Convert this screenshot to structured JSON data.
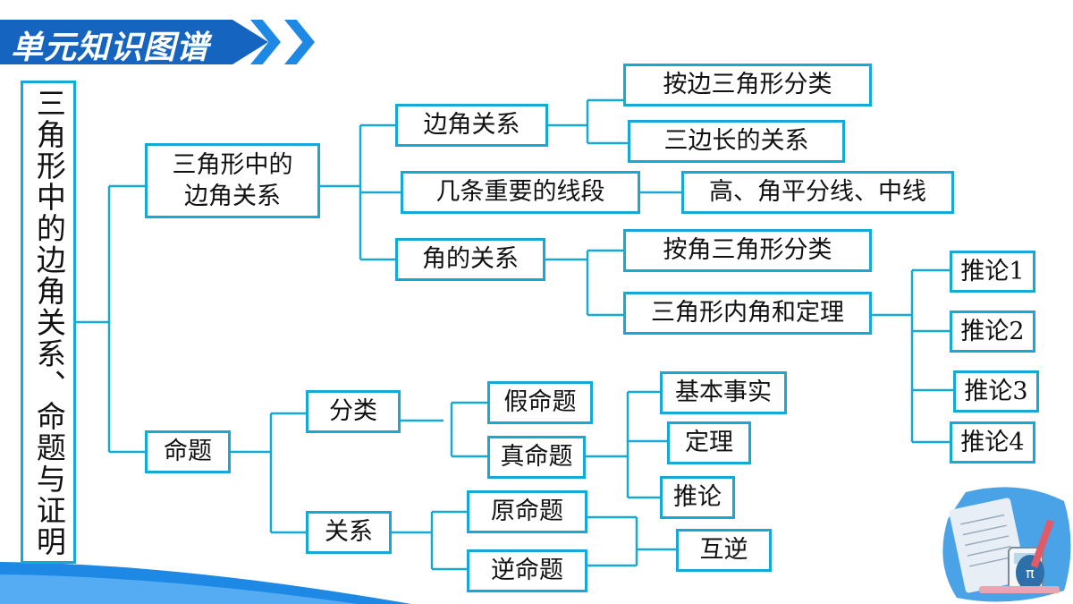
{
  "header": {
    "title": "单元知识图谱"
  },
  "root": {
    "label": "三角形中的边角关系、命题与证明"
  },
  "nodes": {
    "tri_relations": "三角形中的\n边角关系",
    "proposition": "命题",
    "edge_angle": "边角关系",
    "by_side": "按边三角形分类",
    "three_sides": "三边长的关系",
    "segments": "几条重要的线段",
    "segments_list": "高、角平分线、中线",
    "angle_rel": "角的关系",
    "by_angle": "按角三角形分类",
    "angle_sum": "三角形内角和定理",
    "cor1": "推论1",
    "cor2": "推论2",
    "cor3": "推论3",
    "cor4": "推论4",
    "classify": "分类",
    "false_prop": "假命题",
    "true_prop": "真命题",
    "basic_fact": "基本事实",
    "theorem": "定理",
    "corollary": "推论",
    "relation": "关系",
    "original": "原命题",
    "converse": "逆命题",
    "mutual": "互逆"
  },
  "colors": {
    "accent": "#17a9d6",
    "banner": "#1565c0",
    "line": "#17a9d6"
  }
}
